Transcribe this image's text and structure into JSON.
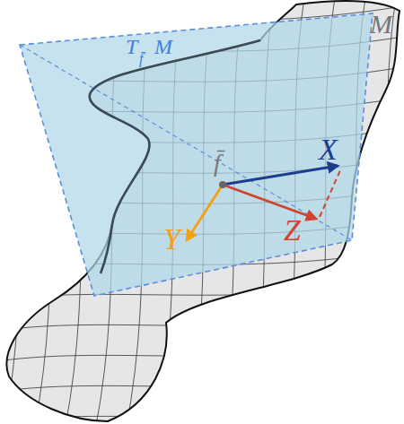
{
  "diagram": {
    "labels": [
      "T",
      "f̄",
      "M",
      "M",
      "f̄",
      "X",
      "Y",
      "Z"
    ]
  }
}
